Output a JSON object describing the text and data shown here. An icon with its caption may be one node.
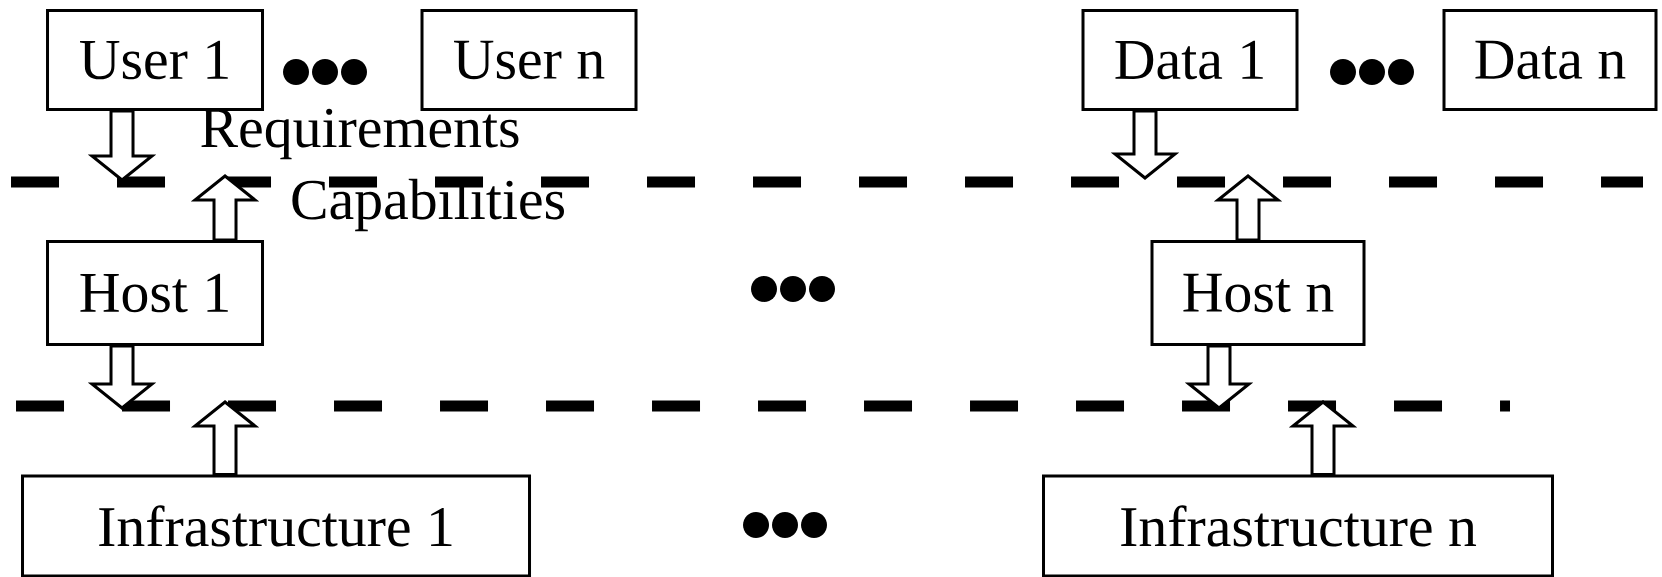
{
  "diagram": {
    "nodes": [
      {
        "text": [
          "User 1"
        ]
      },
      {
        "text": [
          "User n"
        ]
      },
      {
        "text": [
          "Data 1"
        ]
      },
      {
        "text": [
          "Data n"
        ]
      },
      {
        "text": [
          "Host 1"
        ]
      },
      {
        "text": [
          "Host n"
        ]
      },
      {
        "text": [
          "Infrastructure 1"
        ]
      },
      {
        "text": [
          "Infrastructure n"
        ]
      }
    ],
    "edges": [
      {
        "from": 0,
        "to": null,
        "arrow": "to"
      },
      {
        "from": 4,
        "to": null,
        "arrow": "to"
      },
      {
        "from": 2,
        "to": null,
        "arrow": "to"
      },
      {
        "from": 5,
        "to": null,
        "arrow": "to"
      },
      {
        "from": 4,
        "to": null,
        "arrow": "to"
      },
      {
        "from": 6,
        "to": null,
        "arrow": "to"
      },
      {
        "from": 5,
        "to": null,
        "arrow": "to"
      },
      {
        "from": 7,
        "to": null,
        "arrow": "to"
      }
    ],
    "labels": [
      "Requirements",
      "Capabilities"
    ]
  }
}
